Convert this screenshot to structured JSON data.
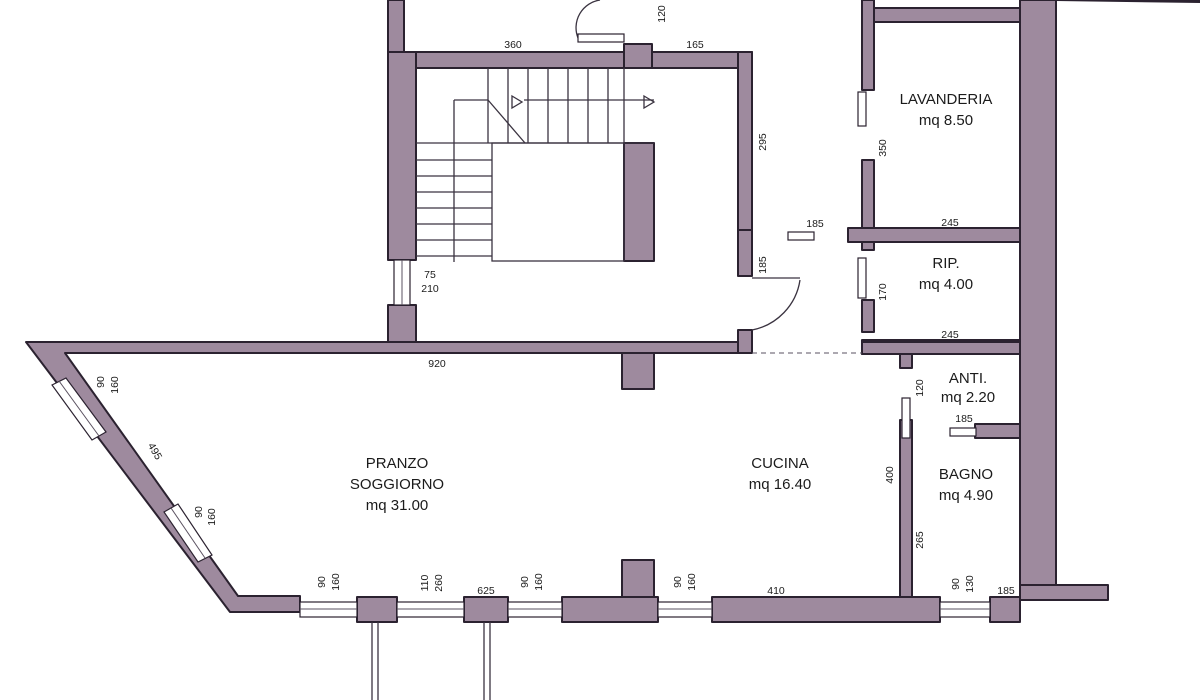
{
  "rooms": {
    "pranzo": {
      "line1": "PRANZO",
      "line2": "SOGGIORNO",
      "area": "mq 31.00"
    },
    "cucina": {
      "name": "CUCINA",
      "area": "mq 16.40"
    },
    "lavanderia": {
      "name": "LAVANDERIA",
      "area": "mq 8.50"
    },
    "rip": {
      "name": "RIP.",
      "area": "mq 4.00"
    },
    "anti": {
      "name": "ANTI.",
      "area": "mq 2.20"
    },
    "bagno": {
      "name": "BAGNO",
      "area": "mq 4.90"
    }
  },
  "dimensions": {
    "stair_top_left": "360",
    "stair_top_right": "165",
    "door_top": "120",
    "stair_right_wall": "295",
    "door_stair_width": "185",
    "door_stair_right": "185",
    "stair_window_w": "75",
    "stair_window_h": "210",
    "lav_height": "350",
    "lav_width": "245",
    "rip_height": "170",
    "rip_width": "245",
    "living_top": "920",
    "anti_door": "120",
    "bagno_door": "185",
    "kitchen_height": "400",
    "bagno_height": "265",
    "diag_window1_w": "90",
    "diag_window1_h": "160",
    "diag_wall": "495",
    "diag_window2_w": "90",
    "diag_window2_h": "160",
    "bottom_window1_w": "90",
    "bottom_window1_h": "160",
    "bottom_door_w": "110",
    "bottom_door_h": "260",
    "bottom_span": "625",
    "bottom_window2_w": "90",
    "bottom_window2_h": "160",
    "bottom_window3_w": "90",
    "bottom_window3_h": "160",
    "kitchen_bottom": "410",
    "bagno_window_w": "90",
    "bagno_window_h": "130",
    "bagno_bottom": "185"
  },
  "colors": {
    "wall": "#9e8a9e",
    "line": "#2b2230"
  }
}
